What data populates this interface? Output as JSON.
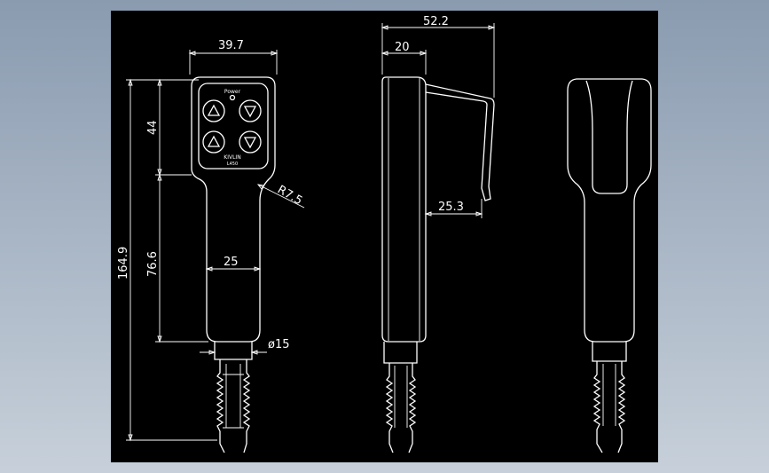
{
  "dimensions": {
    "top_width": "39.7",
    "head_height": "44",
    "total_height": "164.9",
    "handle_height": "76.6",
    "radius": "R7.5",
    "handle_width": "25",
    "cable_diameter": "ø15",
    "side_total": "52.2",
    "side_body": "20",
    "clip_width": "25.3"
  },
  "panel": {
    "power_label": "Power",
    "brand_label": "KIVLIN",
    "model_label": "L450"
  },
  "colors": {
    "background": "#000000",
    "lines": "#ffffff"
  }
}
